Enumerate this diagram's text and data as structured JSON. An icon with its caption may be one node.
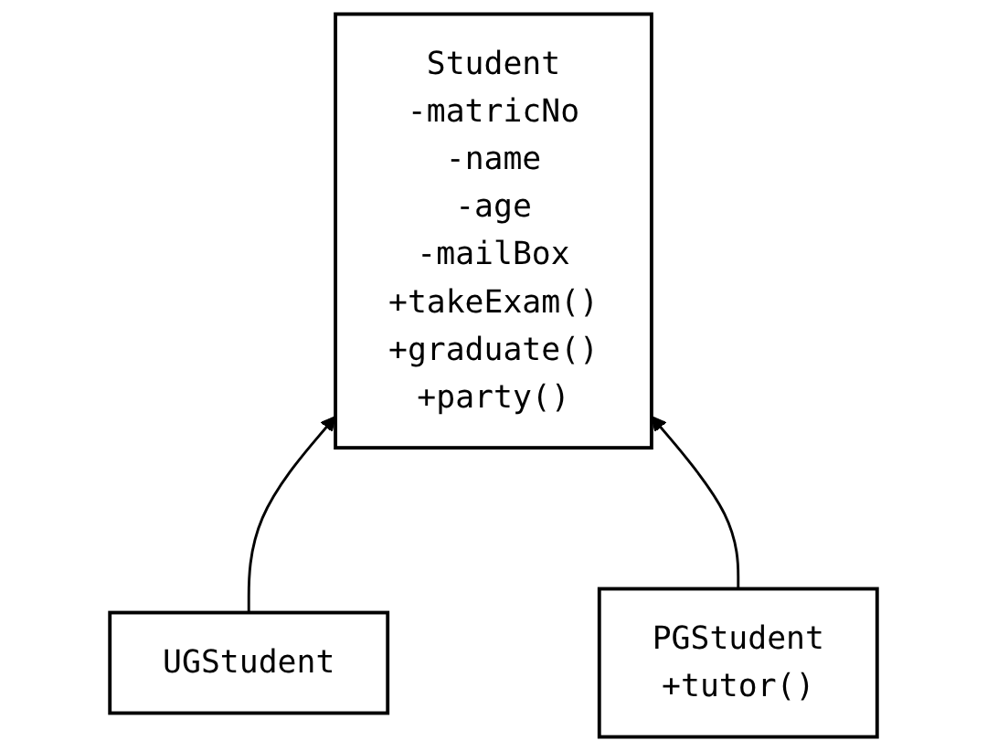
{
  "diagram": {
    "nodes": [
      {
        "text": [
          "Student",
          "-matricNo",
          "-name",
          "-age",
          "-mailBox",
          "+takeExam()",
          "+graduate()",
          "+party()"
        ]
      },
      {
        "text": [
          "UGStudent"
        ]
      },
      {
        "text": [
          "PGStudent",
          "+tutor()"
        ]
      }
    ],
    "edges": [
      {
        "from": 1,
        "to": 0,
        "arrow": "to"
      },
      {
        "from": 2,
        "to": 0,
        "arrow": "to"
      }
    ]
  }
}
